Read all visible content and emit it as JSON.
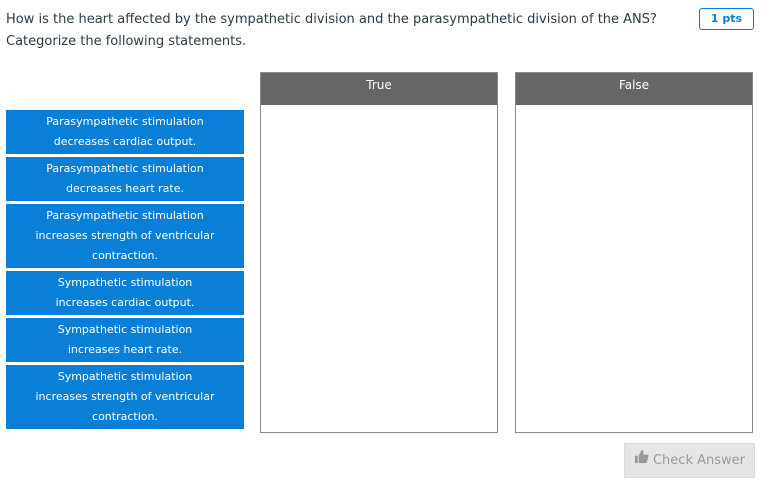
{
  "question": {
    "line1": "How is the heart affected by the sympathetic division and the parasympathetic division of the ANS?",
    "line2": "Categorize the following statements."
  },
  "points_badge": "1 pts",
  "cards": [
    {
      "line1": "Parasympathetic stimulation",
      "line2": "decreases cardiac output."
    },
    {
      "line1": "Parasympathetic stimulation",
      "line2": "decreases heart rate."
    },
    {
      "line1": "Parasympathetic stimulation",
      "line2": "increases strength of ventricular",
      "line3": "contraction."
    },
    {
      "line1": "Sympathetic stimulation",
      "line2": "increases cardiac output."
    },
    {
      "line1": "Sympathetic stimulation",
      "line2": "increases heart rate."
    },
    {
      "line1": "Sympathetic stimulation",
      "line2": "increases strength of ventricular",
      "line3": "contraction."
    }
  ],
  "buckets": {
    "true_label": "True",
    "false_label": "False"
  },
  "check_button": {
    "label": "Check Answer",
    "icon": "thumbs-up-icon"
  },
  "colors": {
    "card_bg": "#0a7fd8",
    "bucket_header_bg": "#666666",
    "badge_accent": "#0a7fd1"
  }
}
